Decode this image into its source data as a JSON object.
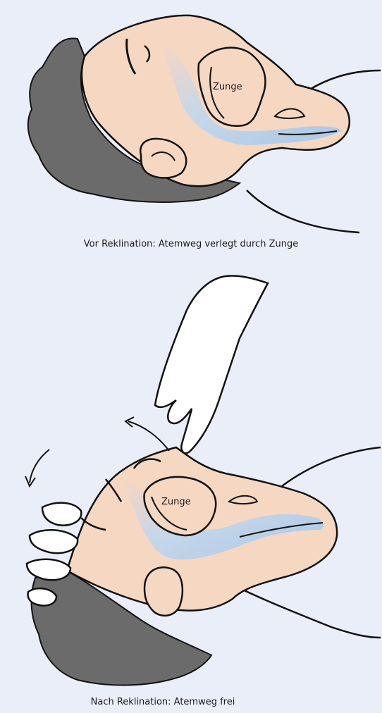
{
  "figure": {
    "panels": [
      {
        "tongue_label": "Zunge",
        "caption": "Vor Reklination: Atemweg verlegt durch Zunge"
      },
      {
        "tongue_label": "Zunge",
        "caption": "Nach Reklination: Atemweg frei"
      }
    ],
    "colors": {
      "background": "#e9eef8",
      "skin": "#f6d7c2",
      "hair": "#6b6b6b",
      "airway": "#b8d2ea",
      "outline": "#111111",
      "hand": "#ffffff"
    }
  }
}
